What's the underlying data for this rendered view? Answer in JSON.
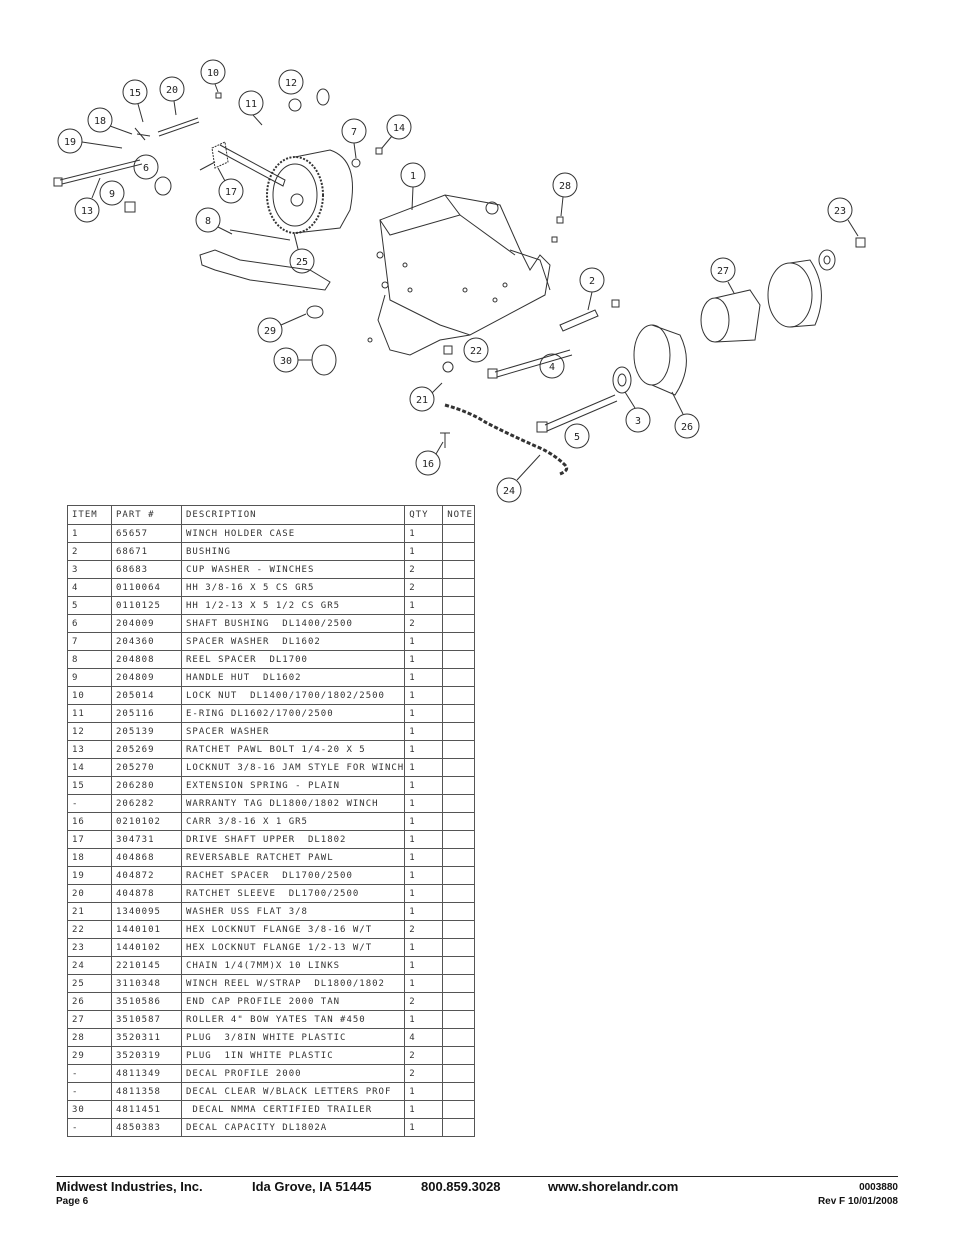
{
  "parts_table": {
    "headers": [
      "ITEM",
      "PART #",
      "DESCRIPTION",
      "QTY",
      "NOTE"
    ],
    "rows": [
      [
        "1",
        "65657",
        "WINCH HOLDER CASE",
        "1",
        ""
      ],
      [
        "2",
        "68671",
        "BUSHING",
        "1",
        ""
      ],
      [
        "3",
        "68683",
        "CUP WASHER - WINCHES",
        "2",
        ""
      ],
      [
        "4",
        "0110064",
        "HH 3/8-16 X 5 CS GR5",
        "2",
        ""
      ],
      [
        "5",
        "0110125",
        "HH 1/2-13 X 5 1/2 CS GR5",
        "1",
        ""
      ],
      [
        "6",
        "204009",
        "SHAFT BUSHING  DL1400/2500",
        "2",
        ""
      ],
      [
        "7",
        "204360",
        "SPACER WASHER  DL1602",
        "1",
        ""
      ],
      [
        "8",
        "204808",
        "REEL SPACER  DL1700",
        "1",
        ""
      ],
      [
        "9",
        "204809",
        "HANDLE HUT  DL1602",
        "1",
        ""
      ],
      [
        "10",
        "205014",
        "LOCK NUT  DL1400/1700/1802/2500",
        "1",
        ""
      ],
      [
        "11",
        "205116",
        "E-RING DL1602/1700/2500",
        "1",
        ""
      ],
      [
        "12",
        "205139",
        "SPACER WASHER",
        "1",
        ""
      ],
      [
        "13",
        "205269",
        "RATCHET PAWL BOLT 1/4-20 X 5",
        "1",
        ""
      ],
      [
        "14",
        "205270",
        "LOCKNUT 3/8-16 JAM STYLE FOR WINCH",
        "1",
        ""
      ],
      [
        "15",
        "206280",
        "EXTENSION SPRING - PLAIN",
        "1",
        ""
      ],
      [
        "-",
        "206282",
        "WARRANTY TAG DL1800/1802 WINCH",
        "1",
        ""
      ],
      [
        "16",
        "0210102",
        "CARR 3/8-16 X 1 GR5",
        "1",
        ""
      ],
      [
        "17",
        "304731",
        "DRIVE SHAFT UPPER  DL1802",
        "1",
        ""
      ],
      [
        "18",
        "404868",
        "REVERSABLE RATCHET PAWL",
        "1",
        ""
      ],
      [
        "19",
        "404872",
        "RACHET SPACER  DL1700/2500",
        "1",
        ""
      ],
      [
        "20",
        "404878",
        "RATCHET SLEEVE  DL1700/2500",
        "1",
        ""
      ],
      [
        "21",
        "1340095",
        "WASHER USS FLAT 3/8",
        "1",
        ""
      ],
      [
        "22",
        "1440101",
        "HEX LOCKNUT FLANGE 3/8-16 W/T",
        "2",
        ""
      ],
      [
        "23",
        "1440102",
        "HEX LOCKNUT FLANGE 1/2-13 W/T",
        "1",
        ""
      ],
      [
        "24",
        "2210145",
        "CHAIN 1/4(7MM)X 10 LINKS",
        "1",
        ""
      ],
      [
        "25",
        "3110348",
        "WINCH REEL W/STRAP  DL1800/1802",
        "1",
        ""
      ],
      [
        "26",
        "3510586",
        "END CAP PROFILE 2000 TAN",
        "2",
        ""
      ],
      [
        "27",
        "3510587",
        "ROLLER 4\" BOW YATES TAN #450",
        "1",
        ""
      ],
      [
        "28",
        "3520311",
        "PLUG  3/8IN WHITE PLASTIC",
        "4",
        ""
      ],
      [
        "29",
        "3520319",
        "PLUG  1IN WHITE PLASTIC",
        "2",
        ""
      ],
      [
        "-",
        "4811349",
        "DECAL PROFILE 2000",
        "2",
        ""
      ],
      [
        "-",
        "4811358",
        "DECAL CLEAR W/BLACK LETTERS PROF",
        "1",
        ""
      ],
      [
        "30",
        "4811451",
        " DECAL NMMA CERTIFIED TRAILER",
        "1",
        ""
      ],
      [
        "-",
        "4850383",
        "DECAL CAPACITY DL1802A",
        "1",
        ""
      ]
    ]
  },
  "diagram": {
    "callouts": [
      "1",
      "2",
      "3",
      "4",
      "5",
      "6",
      "7",
      "8",
      "9",
      "10",
      "11",
      "12",
      "13",
      "14",
      "15",
      "16",
      "17",
      "18",
      "19",
      "20",
      "21",
      "22",
      "23",
      "24",
      "25",
      "26",
      "27",
      "28",
      "29",
      "30"
    ]
  },
  "footer": {
    "company": "Midwest Industries, Inc.",
    "address": "Ida Grove, IA  51445",
    "phone": "800.859.3028",
    "website": "www.shorelandr.com",
    "page": "Page 6",
    "doc_number": "0003880",
    "revision": "Rev F  10/01/2008"
  }
}
